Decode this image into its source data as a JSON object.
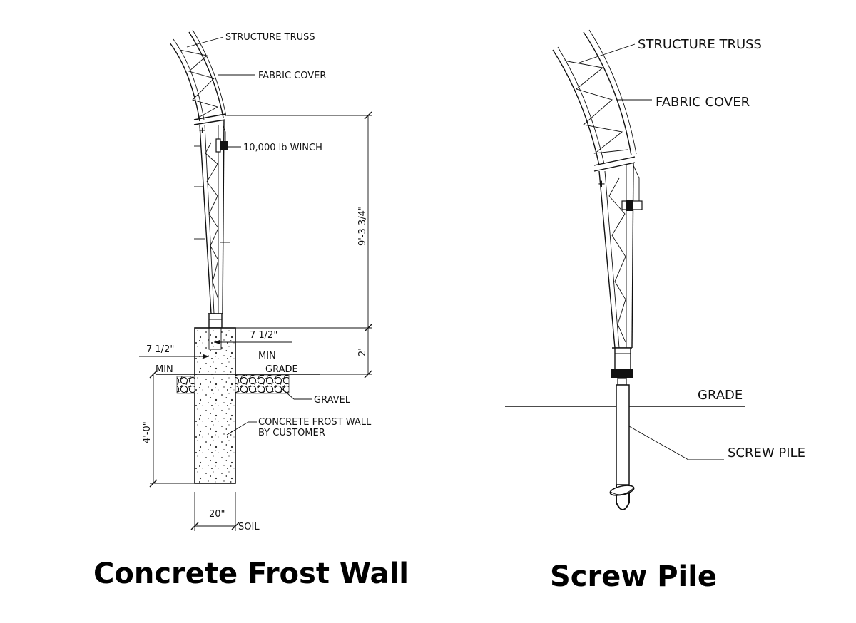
{
  "left_panel": {
    "title": "Concrete Frost Wall",
    "labels": {
      "structure_truss": "STRUCTURE TRUSS",
      "fabric_cover": "FABRIC COVER",
      "winch": "10,000 lb WINCH",
      "height_dim": "9'-3 3/4\"",
      "embed_dim": "2'",
      "offset_right": "7 1/2\"",
      "offset_right_min": "MIN",
      "offset_left": "7 1/2\"",
      "offset_left_min": "MIN",
      "grade": "GRADE",
      "gravel": "GRAVEL",
      "frost_wall_line1": "CONCRETE FROST WALL",
      "frost_wall_line2": "BY CUSTOMER",
      "depth_dim": "4'-0\"",
      "width_dim": "20\"",
      "soil": "SOIL"
    }
  },
  "right_panel": {
    "title": "Screw Pile",
    "labels": {
      "structure_truss": "STRUCTURE TRUSS",
      "fabric_cover": "FABRIC COVER",
      "grade": "GRADE",
      "screw_pile": "SCREW PILE"
    }
  }
}
